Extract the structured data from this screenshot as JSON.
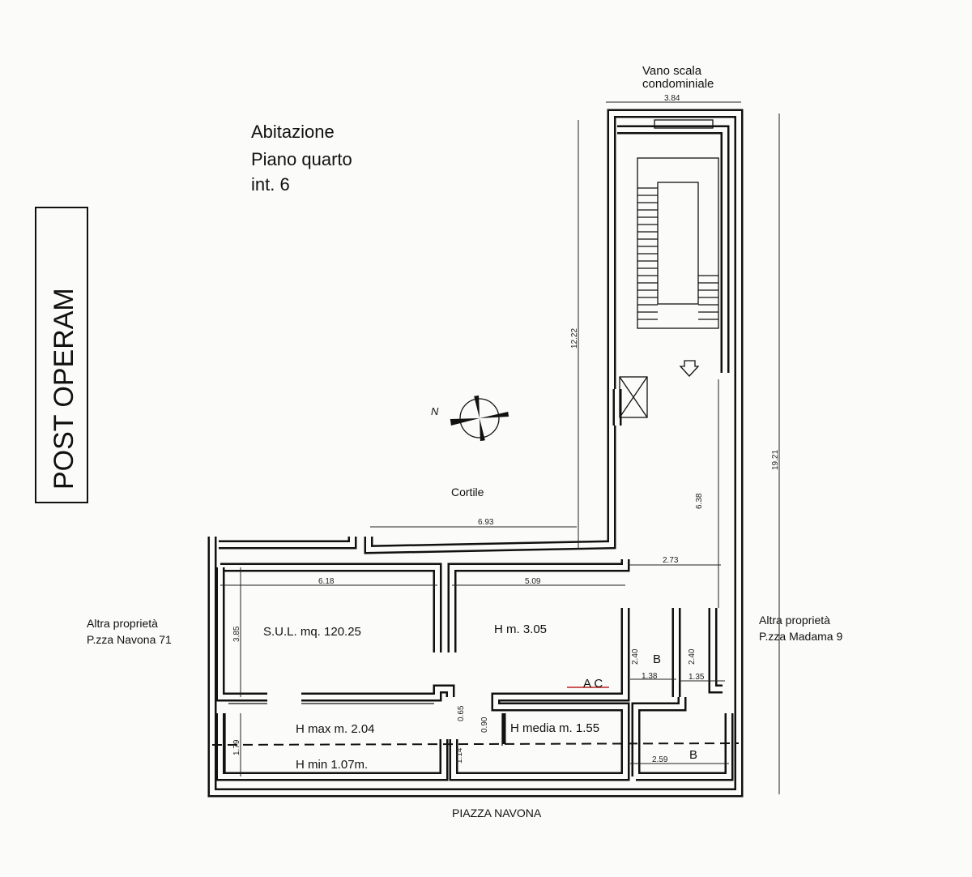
{
  "title_block": {
    "line1": "Abitazione",
    "line2": "Piano quarto",
    "line3": "int. 6"
  },
  "stamp": "POST OPERAM",
  "stair": {
    "line1": "Vano scala",
    "line2": "condominiale"
  },
  "courtyard": "Cortile",
  "street": "PIAZZA NAVONA",
  "neighbor_left": {
    "line1": "Altra proprietà",
    "line2": "P.zza Navona 71"
  },
  "neighbor_right": {
    "line1": "Altra proprietà",
    "line2": "P.zza Madama 9"
  },
  "rooms": {
    "sul": "S.U.L. mq. 120.25",
    "height": "H m. 3.05",
    "h_max": "H max m. 2.04",
    "h_min": "H min 1.07m.",
    "h_media": "H media m. 1.55",
    "ac": "A C",
    "bath1": "B",
    "bath2": "B"
  },
  "dimensions": {
    "stair_width": "3.84",
    "tower_height": "12.22",
    "total_height": "19.21",
    "courtyard_width": "6.93",
    "corridor_height": "6.38",
    "corridor_width": "2.73",
    "room1_width": "6.18",
    "room2_width": "5.09",
    "room1_depth": "3.85",
    "bath1_h": "2.40",
    "bath2_h": "2.40",
    "bath1_w": "1.38",
    "bath2_w": "1.35",
    "lower_h": "1.79",
    "d065": "0.65",
    "d090": "0.90",
    "d114": "1.14",
    "bath3_w": "2.59"
  },
  "compass_label": "N"
}
